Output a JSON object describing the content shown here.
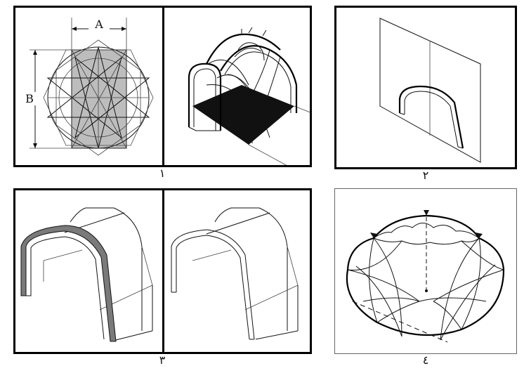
{
  "figure": {
    "labels": [
      "١",
      "٢",
      "٣",
      "٤"
    ],
    "dimension_a": "A",
    "dimension_b": "B"
  }
}
